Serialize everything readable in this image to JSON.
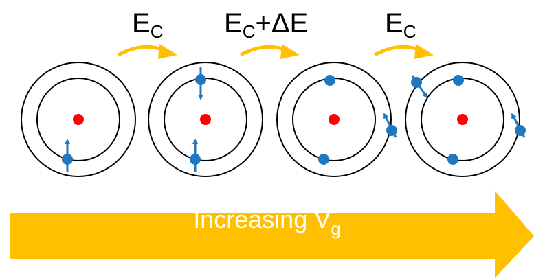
{
  "transitions": [
    {
      "main": "E",
      "sub": "C",
      "suffix": ""
    },
    {
      "main": "E",
      "sub": "C",
      "suffix": "+ΔE"
    },
    {
      "main": "E",
      "sub": "C",
      "suffix": ""
    }
  ],
  "axis": {
    "label": "Increasing V",
    "sub": "g"
  },
  "colors": {
    "accent": "#FFC000",
    "electron": "#1F77C0",
    "nucleus": "#FF0000",
    "ring": "#000000"
  }
}
